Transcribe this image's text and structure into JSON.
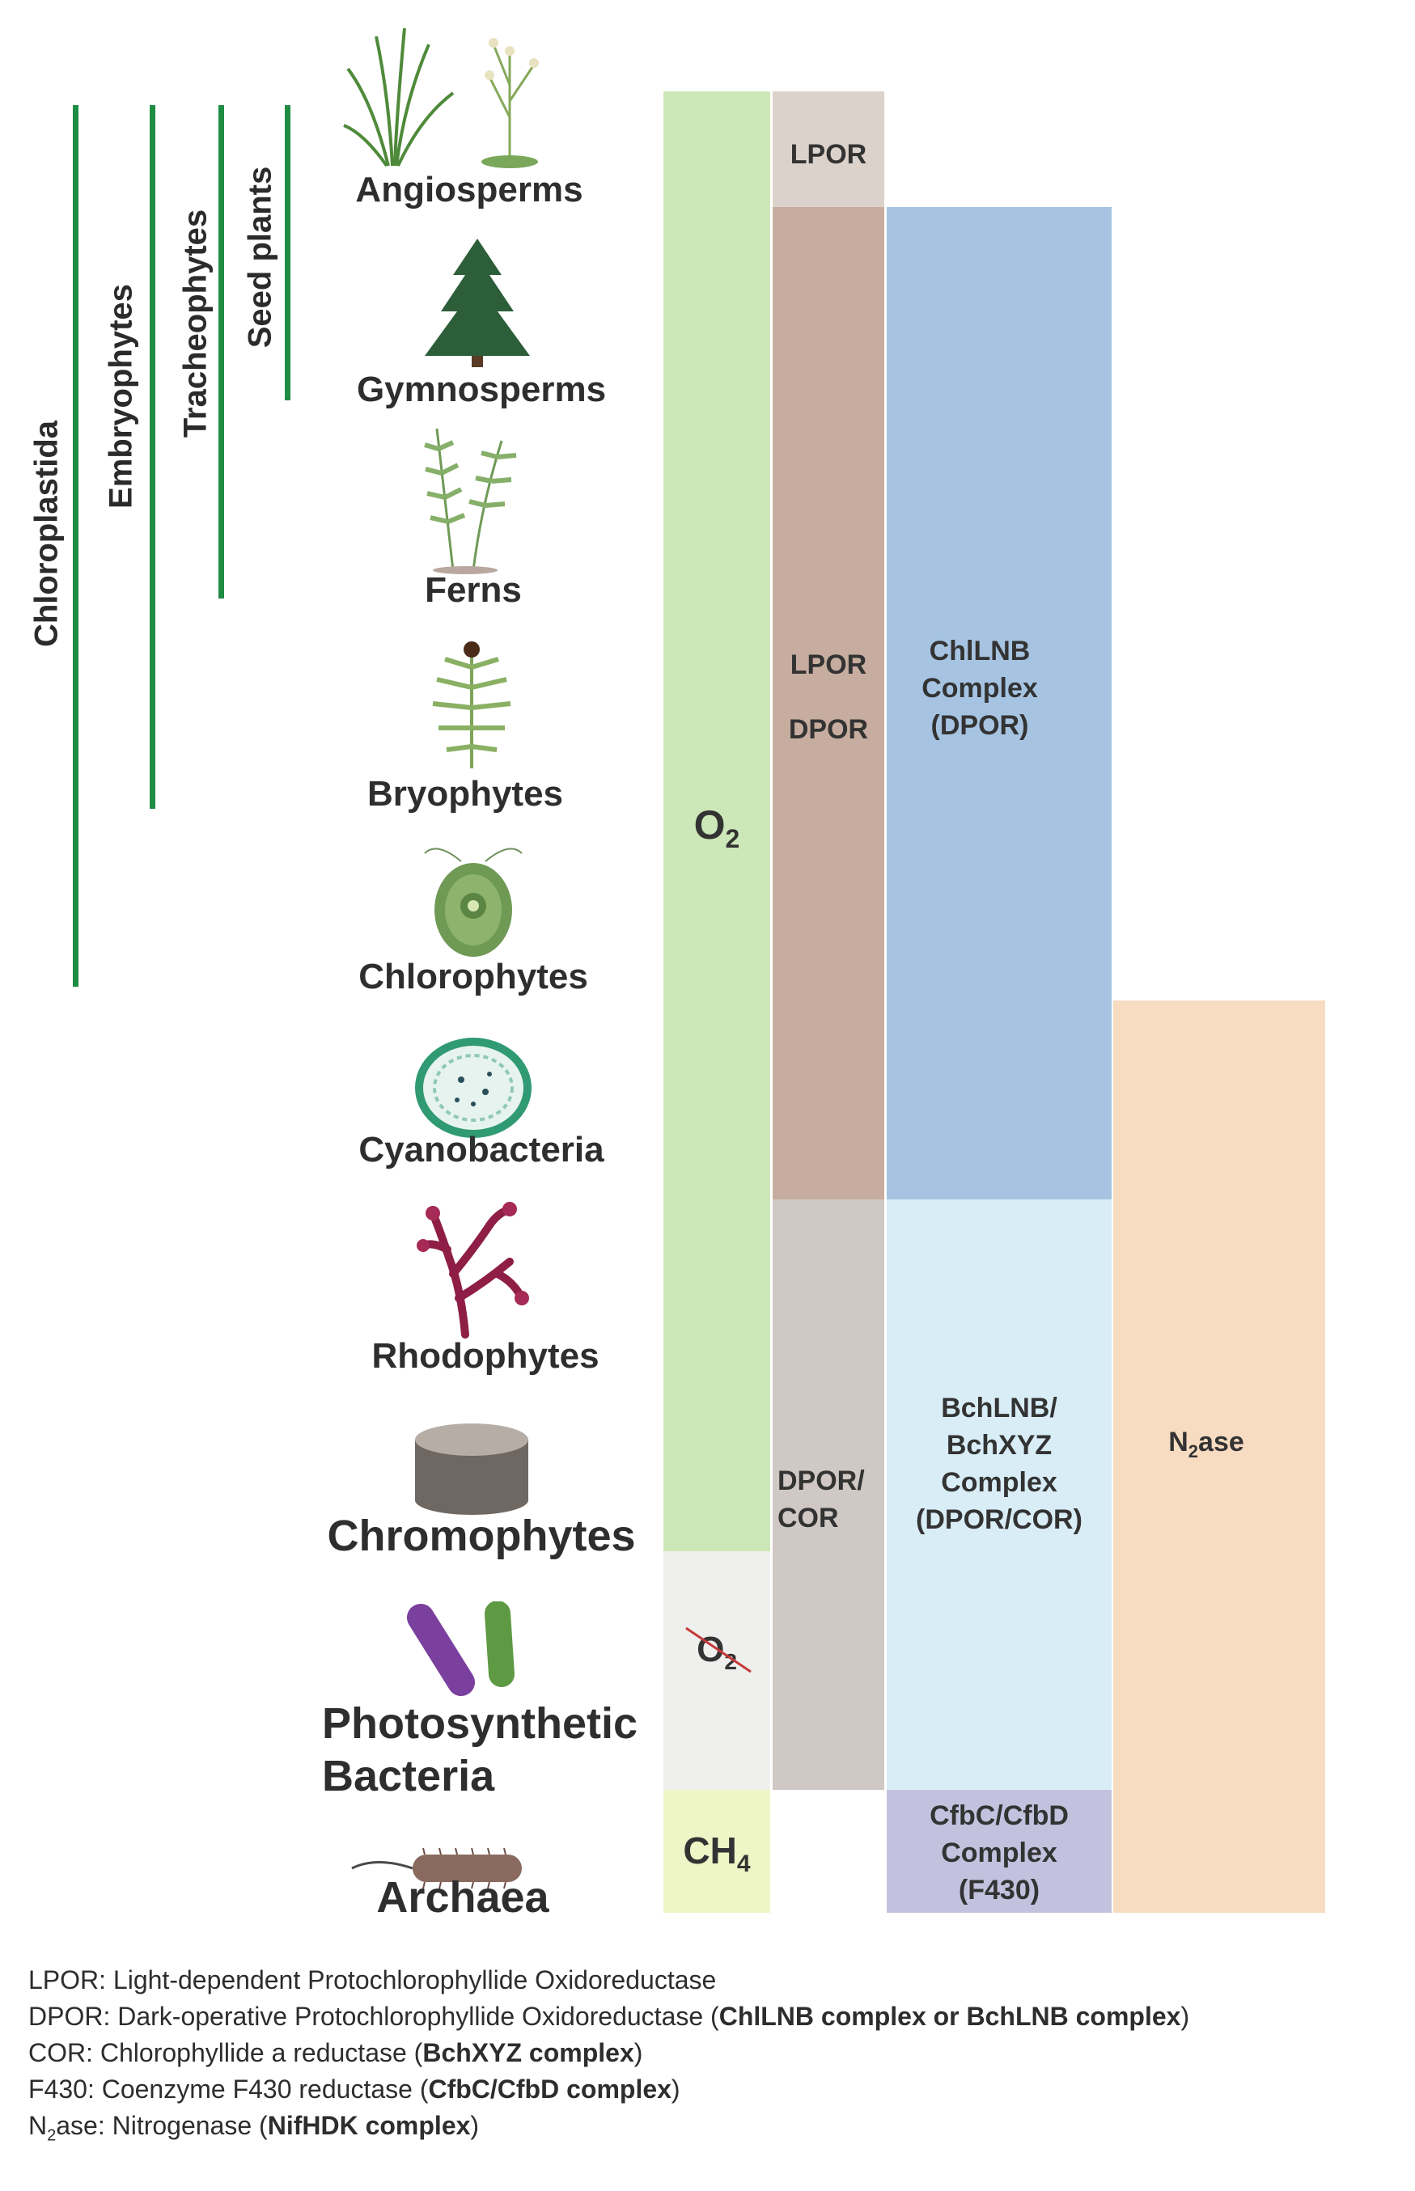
{
  "clades": [
    {
      "label": "Chloroplastida"
    },
    {
      "label": "Embryophytes"
    },
    {
      "label": "Tracheophytes"
    },
    {
      "label": "Seed plants"
    }
  ],
  "organisms": [
    {
      "label": "Angiosperms",
      "icon": "grass-plant-icon"
    },
    {
      "label": "Gymnosperms",
      "icon": "conifer-tree-icon"
    },
    {
      "label": "Ferns",
      "icon": "fern-icon"
    },
    {
      "label": "Bryophytes",
      "icon": "moss-icon"
    },
    {
      "label": "Chlorophytes",
      "icon": "green-alga-cell-icon"
    },
    {
      "label": "Cyanobacteria",
      "icon": "cyanobacterium-cell-icon"
    },
    {
      "label": "Rhodophytes",
      "icon": "red-alga-icon"
    },
    {
      "label": "Chromophytes",
      "icon": "brown-alga-disc-icon"
    },
    {
      "label_line1": "Photosynthetic",
      "label_line2": "Bacteria",
      "icon": "rod-bacteria-icon"
    },
    {
      "label": "Archaea",
      "icon": "archaeon-icon"
    }
  ],
  "environment": {
    "oxygen": "O",
    "oxygen_sub": "2",
    "no_oxygen": "O",
    "no_oxygen_sub": "2",
    "methane": "CH",
    "methane_sub": "4"
  },
  "enzymes": {
    "lpor_top": "LPOR",
    "lpor_dpor_line1": "LPOR",
    "lpor_dpor_line2": "DPOR",
    "dpor_cor_line1": "DPOR/",
    "dpor_cor_line2": "COR",
    "chl_line1": "ChlLNB",
    "chl_line2": "Complex",
    "chl_line3": "(DPOR)",
    "bch_line1": "BchLNB/",
    "bch_line2": "BchXYZ",
    "bch_line3": "Complex",
    "bch_line4": "(DPOR/COR)",
    "cfb_line1": "CfbC/CfbD",
    "cfb_line2": "Complex",
    "cfb_line3": "(F430)",
    "n2ase_pre": "N",
    "n2ase_sub": "2",
    "n2ase_post": "ase"
  },
  "colors": {
    "clade_line": "#1e8c43",
    "oxygen_col": "#cde8b8",
    "no_oxygen_col": "#efefee",
    "methane_col": "#eef5c6",
    "lpor_top": "#dcd2cc",
    "lpor_dpor": "#c7ad9f",
    "dpor_cor": "#cfc8c4",
    "chl_complex": "#a6c4e2",
    "bch_complex": "#d9edf7",
    "cfb_complex": "#c2c2de",
    "n2ase": "#f8dcc2"
  },
  "legend": [
    {
      "prefix": "LPOR: Light-dependent Protochlorophyllide Oxidoreductase",
      "bold": "",
      "suffix": ""
    },
    {
      "prefix": "DPOR: Dark-operative Protochlorophyllide Oxidoreductase (",
      "bold": "ChlLNB complex or BchLNB complex",
      "suffix": ")"
    },
    {
      "prefix": "COR: Chlorophyllide a reductase (",
      "bold": "BchXYZ complex",
      "suffix": ")"
    },
    {
      "prefix": "F430: Coenzyme F430 reductase (",
      "bold": "CfbC/CfbD complex",
      "suffix": ")"
    },
    {
      "pre": "N",
      "sub": "2",
      "prefix": "ase: Nitrogenase (",
      "bold": "NifHDK complex",
      "suffix": ")"
    }
  ]
}
